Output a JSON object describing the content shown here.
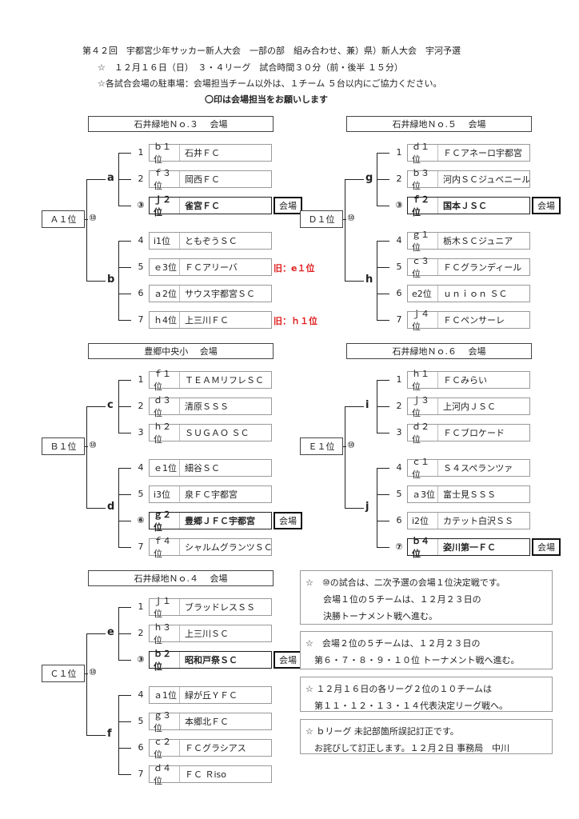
{
  "header": {
    "line1": "第４２回　宇都宮少年サッカー新人大会　一部の部　組み合わせ、兼）県）新人大会　宇河予選",
    "line2": "☆　１２月１６日（日）　３・４リーグ　試合時間３０分（前・後半 １５分）",
    "line3": "☆各試合会場の駐車場：会場担当チーム以外は、１チーム ５台以内にご協力ください。",
    "line4": "〇印は会場担当をお願いします"
  },
  "venues": [
    {
      "name": "石井緑地Ｎｏ.３　 会場",
      "seed": "Ａ１位",
      "final": "⑩",
      "groups": [
        {
          "label": "a",
          "teams": [
            {
              "num": "1",
              "rank": "ｂ１位",
              "team": "石井ＦＣ"
            },
            {
              "num": "2",
              "rank": "ｆ３位",
              "team": "岡西ＦＣ"
            },
            {
              "num": "③",
              "rank": "ｊ２位",
              "team": "雀宮ＦＣ",
              "host": "会場"
            }
          ]
        },
        {
          "label": "b",
          "teams": [
            {
              "num": "4",
              "rank": "i1位",
              "team": "ともぞうＳＣ"
            },
            {
              "num": "5",
              "rank": "ｅ3位",
              "team": "ＦＣアリーバ",
              "note": "旧：e１位"
            },
            {
              "num": "6",
              "rank": "ａ2位",
              "team": "サウス宇都宮ＳＣ"
            },
            {
              "num": "7",
              "rank": "ｈ4位",
              "team": "上三川ＦＣ",
              "note": "旧：ｈ１位"
            }
          ]
        }
      ]
    },
    {
      "name": "石井緑地Ｎｏ.５　 会場",
      "seed": "Ｄ１位",
      "final": "⑩",
      "groups": [
        {
          "label": "g",
          "teams": [
            {
              "num": "1",
              "rank": "ｄ１位",
              "team": "ＦＣアネーロ宇都宮"
            },
            {
              "num": "2",
              "rank": "ｂ３位",
              "team": "河内ＳＣジュベニール"
            },
            {
              "num": "③",
              "rank": "ｆ２位",
              "team": "国本ＪＳＣ",
              "host": "会場"
            }
          ]
        },
        {
          "label": "h",
          "teams": [
            {
              "num": "4",
              "rank": "ｇ１位",
              "team": "栃木ＳＣジュニア"
            },
            {
              "num": "5",
              "rank": "ｃ３位",
              "team": "ＦＣグランディール"
            },
            {
              "num": "6",
              "rank": "e2位",
              "team": "ｕｎｉｏｎ ＳＣ"
            },
            {
              "num": "7",
              "rank": "ｊ４位",
              "team": "ＦＣペンサーレ"
            }
          ]
        }
      ]
    },
    {
      "name": "豊郷中央小　 会場",
      "seed": "Ｂ１位",
      "final": "⑩",
      "groups": [
        {
          "label": "c",
          "teams": [
            {
              "num": "1",
              "rank": "ｆ１位",
              "team": "ＴＥＡＭリフレＳＣ"
            },
            {
              "num": "2",
              "rank": "ｄ３位",
              "team": "清原ＳＳＳ"
            },
            {
              "num": "3",
              "rank": "ｈ２位",
              "team": "ＳＵＧＡＯ ＳＣ"
            }
          ]
        },
        {
          "label": "d",
          "teams": [
            {
              "num": "4",
              "rank": "ｅ1位",
              "team": "細谷ＳＣ"
            },
            {
              "num": "5",
              "rank": "i3位",
              "team": "泉ＦＣ宇都宮"
            },
            {
              "num": "⑥",
              "rank": "ｇ２位",
              "team": "豊郷ＪＦＣ宇都宮",
              "host": "会場"
            },
            {
              "num": "7",
              "rank": "ｆ４位",
              "team": "シャルムグランツＳＣ"
            }
          ]
        }
      ]
    },
    {
      "name": "石井緑地Ｎｏ.６　 会場",
      "seed": "Ｅ１位",
      "final": "⑩",
      "groups": [
        {
          "label": "i",
          "teams": [
            {
              "num": "1",
              "rank": "ｈ１位",
              "team": "ＦＣみらい"
            },
            {
              "num": "2",
              "rank": "ｊ３位",
              "team": "上河内ＪＳＣ"
            },
            {
              "num": "3",
              "rank": "ｄ２位",
              "team": "ＦＣブロケード"
            }
          ]
        },
        {
          "label": "j",
          "teams": [
            {
              "num": "4",
              "rank": "ｃ１位",
              "team": "Ｓ４スペランツァ"
            },
            {
              "num": "5",
              "rank": "ａ3位",
              "team": "富士見ＳＳＳ"
            },
            {
              "num": "6",
              "rank": "i2位",
              "team": "カテット白沢ＳＳ"
            },
            {
              "num": "⑦",
              "rank": "ｂ４位",
              "team": "姿川第一ＦＣ",
              "host": "会場"
            }
          ]
        }
      ]
    },
    {
      "name": "石井緑地Ｎｏ.４　 会場",
      "seed": "Ｃ１位",
      "final": "⑩",
      "groups": [
        {
          "label": "e",
          "teams": [
            {
              "num": "1",
              "rank": "ｊ１位",
              "team": "ブラッドレスＳＳ"
            },
            {
              "num": "2",
              "rank": "ｈ３位",
              "team": "上三川ＳＣ"
            },
            {
              "num": "③",
              "rank": "ｂ２位",
              "team": "昭和戸祭ＳＣ",
              "host": "会場"
            }
          ]
        },
        {
          "label": "f",
          "teams": [
            {
              "num": "4",
              "rank": "ａ1位",
              "team": "緑が丘ＹＦＣ"
            },
            {
              "num": "5",
              "rank": "ｇ３位",
              "team": "本郷北ＦＣ"
            },
            {
              "num": "6",
              "rank": "ｃ２位",
              "team": "ＦＣグラシアス"
            },
            {
              "num": "7",
              "rank": "ｄ４位",
              "team": "ＦＣ Ｒiso"
            }
          ]
        }
      ]
    }
  ],
  "notes": [
    [
      "☆　⑩の試合は、二次予選の会場１位決定戦です。",
      "　　会場１位の５チームは、１２月２３日の",
      "　　決勝トーナメント戦へ進む。"
    ],
    [
      "☆　会場２位の５チームは、１２月２３日の",
      "　第６・７・８・９・１０位 トーナメント戦へ進む。"
    ],
    [
      "☆ １２月１６日の各リーグ２位の１０チームは",
      "　第１１・１２・１３・１４代表決定リーグ戦へ。"
    ],
    [
      "☆ ｂリーグ 未記部箇所誤記訂正です。",
      "　お詫びして訂正します。１２月２日 事務局　中川"
    ]
  ]
}
